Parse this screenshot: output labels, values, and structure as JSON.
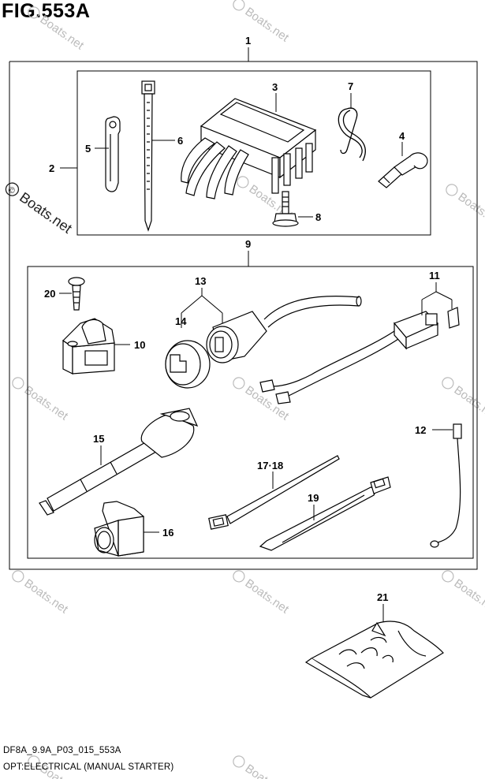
{
  "figure": {
    "title": "FIG.553A",
    "code": "DF8A_9.9A_P03_015_553A",
    "caption": "OPT:ELECTRICAL (MANUAL STARTER)"
  },
  "watermark": {
    "text": "Boats.net",
    "symbol": "©"
  },
  "callouts": {
    "c1": "1",
    "c2": "2",
    "c3": "3",
    "c4": "4",
    "c5": "5",
    "c6": "6",
    "c7": "7",
    "c8": "8",
    "c9": "9",
    "c10": "10",
    "c11": "11",
    "c12": "12",
    "c13": "13",
    "c14": "14",
    "c15": "15",
    "c16": "16",
    "c17": "17·18",
    "c19": "19",
    "c20": "20",
    "c21": "21"
  }
}
